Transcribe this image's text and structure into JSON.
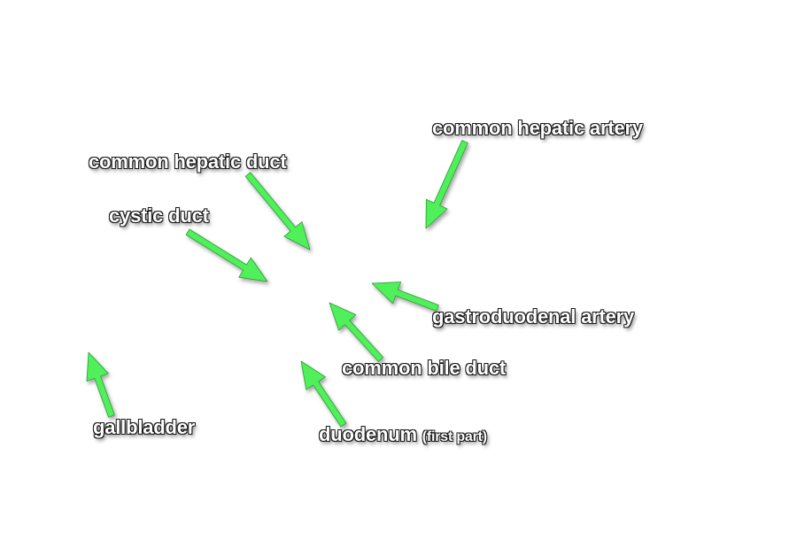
{
  "colors": {
    "arrow": "#4ff05a",
    "arrow_outline": "#2f9a38",
    "label_text": "#ffffff",
    "label_outline": "#1a1a1a",
    "background": "#ffffff"
  },
  "labels": {
    "common_hepatic_artery": "common hepatic artery",
    "common_hepatic_duct": "common hepatic duct",
    "cystic_duct": "cystic duct",
    "gastroduodenal_artery": "gastroduodenal artery",
    "common_bile_duct": "common bile duct",
    "gallbladder": "gallbladder",
    "duodenum": "duodenum",
    "duodenum_qualifier": "(first part)"
  }
}
